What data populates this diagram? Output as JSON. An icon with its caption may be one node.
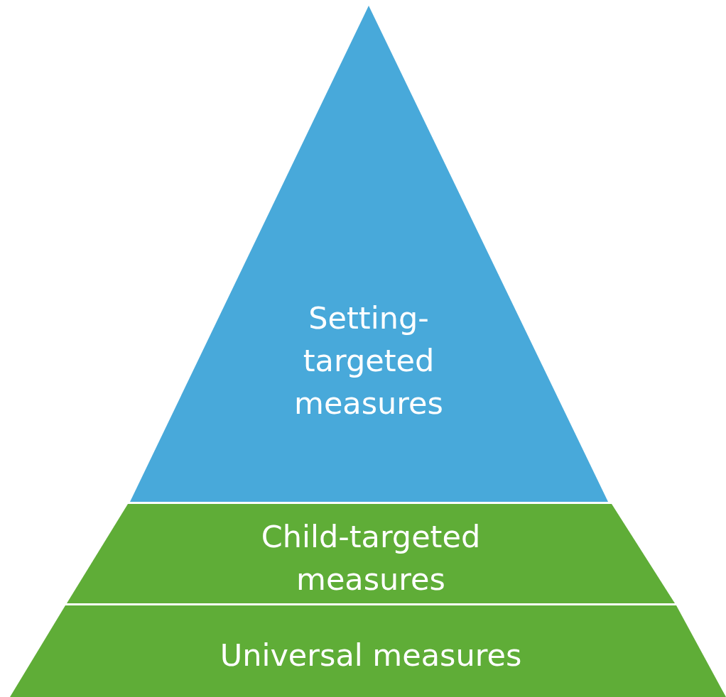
{
  "diagram": {
    "nodes": [
      {
        "text": [
          "Setting-targeted measures"
        ]
      },
      {
        "text": [
          "Child-targeted measures"
        ]
      },
      {
        "text": [
          "Universal measures"
        ]
      }
    ]
  }
}
